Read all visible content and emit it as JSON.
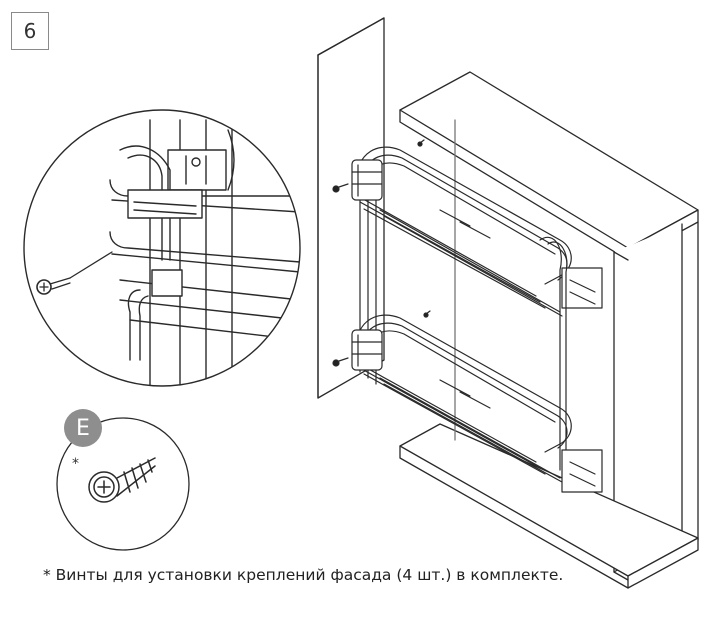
{
  "step_number": "6",
  "part_label": "E",
  "part_marker": "*",
  "footnote": "* Винты для установки креплений фасада (4 шт.) в комплекте."
}
